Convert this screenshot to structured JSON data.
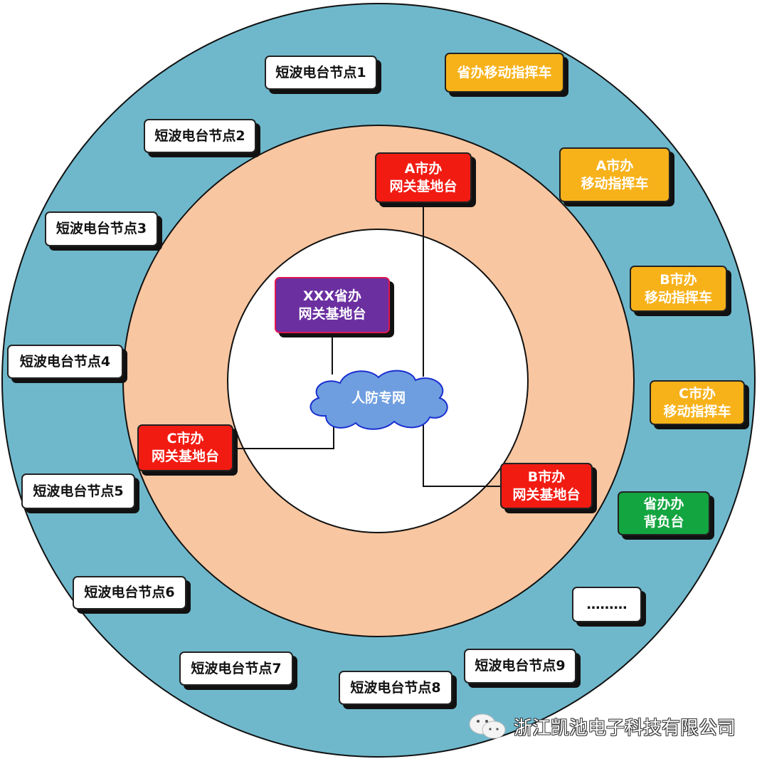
{
  "nodes": {
    "hf1": "短波电台节点1",
    "hf2": "短波电台节点2",
    "hf3": "短波电台节点3",
    "hf4": "短波电台节点4",
    "hf5": "短波电台节点5",
    "hf6": "短波电台节点6",
    "hf7": "短波电台节点7",
    "hf8": "短波电台节点8",
    "hf9": "短波电台节点9",
    "prov_vehicle": "省办移动指挥车",
    "a_vehicle": "A市办\n移动指挥车",
    "b_vehicle": "B市办\n移动指挥车",
    "c_vehicle": "C市办\n移动指挥车",
    "prov_backpack": "省办办\n背负台",
    "more": "………",
    "a_gateway": "A市办\n网关基地台",
    "b_gateway": "B市办\n网关基地台",
    "c_gateway": "C市办\n网关基地台",
    "xxx_gateway": "XXX省办\n网关基地台"
  },
  "cloud": "人防专网",
  "watermark": "浙江凯池电子科技有限公司",
  "colors": {
    "outer": "#6fb8cc",
    "middle": "#f8c6a0",
    "orange": "#f7b21a",
    "red": "#f21b12",
    "purple": "#6b2fa0",
    "green": "#13a540",
    "cloud": "#6f9ee0"
  }
}
